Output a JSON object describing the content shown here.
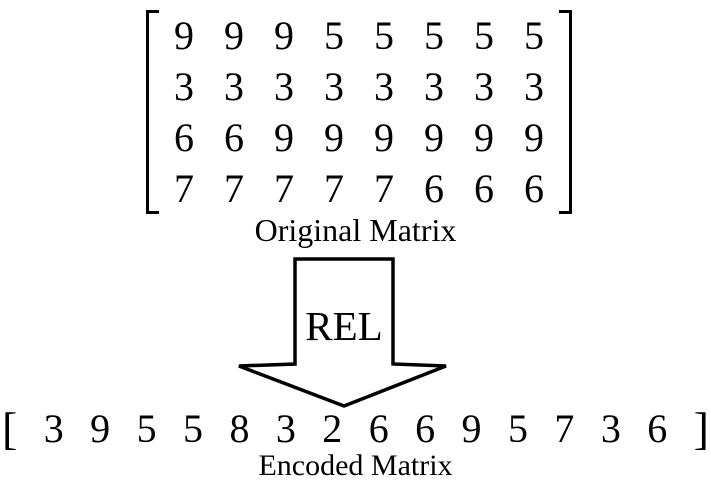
{
  "original_matrix": {
    "label": "Original Matrix",
    "rows": [
      [
        9,
        9,
        9,
        5,
        5,
        5,
        5,
        5
      ],
      [
        3,
        3,
        3,
        3,
        3,
        3,
        3,
        3
      ],
      [
        6,
        6,
        9,
        9,
        9,
        9,
        9,
        9
      ],
      [
        7,
        7,
        7,
        7,
        7,
        6,
        6,
        6
      ]
    ]
  },
  "transform": {
    "label": "REL"
  },
  "encoded_matrix": {
    "label": "Encoded Matrix",
    "left_bracket": "[",
    "right_bracket": "]",
    "values": [
      3,
      9,
      5,
      5,
      8,
      3,
      2,
      6,
      6,
      9,
      5,
      7,
      3,
      6
    ]
  },
  "colors": {
    "ink": "#000000",
    "background": "#ffffff"
  }
}
